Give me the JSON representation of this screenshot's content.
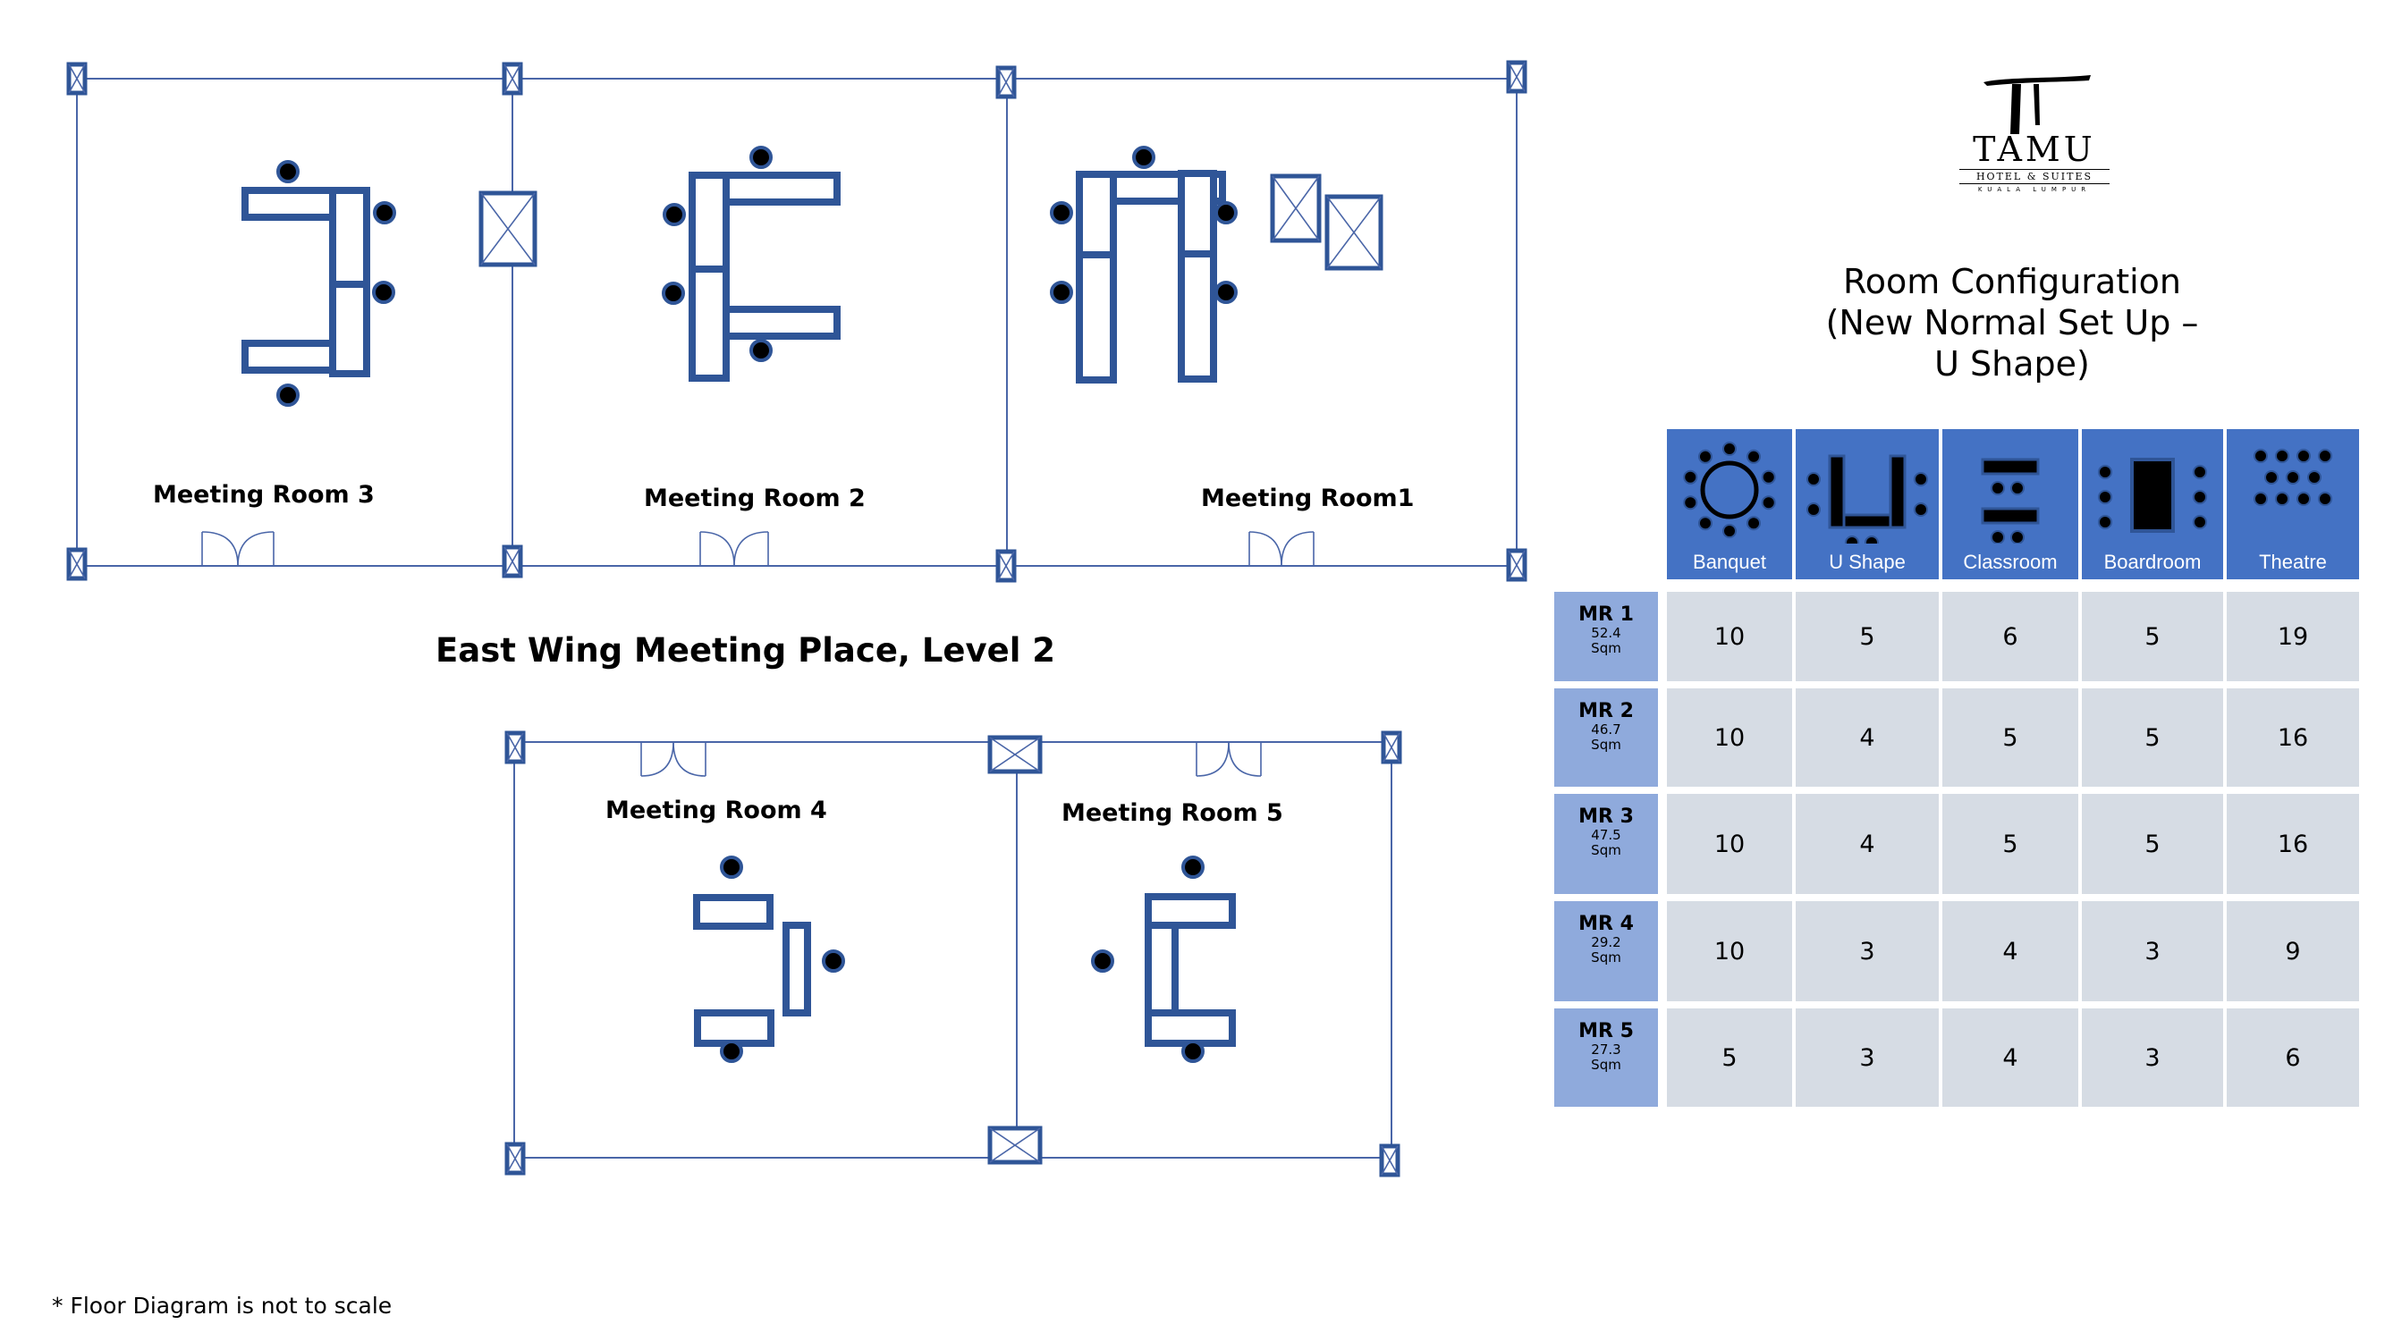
{
  "floorplan": {
    "title": "East Wing Meeting Place, Level 2",
    "rooms": [
      {
        "id": "mr3",
        "label": "Meeting Room 3",
        "chairs": 4
      },
      {
        "id": "mr2",
        "label": "Meeting Room 2",
        "chairs": 4
      },
      {
        "id": "mr1",
        "label": "Meeting Room1",
        "chairs": 5
      },
      {
        "id": "mr4",
        "label": "Meeting Room 4",
        "chairs": 3
      },
      {
        "id": "mr5",
        "label": "Meeting Room 5",
        "chairs": 3
      }
    ],
    "note": "* Floor Diagram is not to scale"
  },
  "logo": {
    "brand": "TAMU",
    "subtitle": "HOTEL & SUITES",
    "city": "KUALA LUMPUR"
  },
  "config": {
    "title_lines": [
      "Room Configuration",
      "(New Normal Set Up –",
      "U Shape)"
    ],
    "columns": [
      {
        "label": "Banquet",
        "icon": "banquet-layout-icon"
      },
      {
        "label": "U Shape",
        "icon": "u-shape-layout-icon"
      },
      {
        "label": "Classroom",
        "icon": "classroom-layout-icon"
      },
      {
        "label": "Boardroom",
        "icon": "boardroom-layout-icon"
      },
      {
        "label": "Theatre",
        "icon": "theatre-layout-icon"
      }
    ],
    "rows": [
      {
        "room": "MR 1",
        "area": "52.4",
        "unit": "Sqm",
        "values": [
          "10",
          "5",
          "6",
          "5",
          "19"
        ]
      },
      {
        "room": "MR 2",
        "area": "46.7",
        "unit": "Sqm",
        "values": [
          "10",
          "4",
          "5",
          "5",
          "16"
        ]
      },
      {
        "room": "MR 3",
        "area": "47.5",
        "unit": "Sqm",
        "values": [
          "10",
          "4",
          "5",
          "5",
          "16"
        ]
      },
      {
        "room": "MR 4",
        "area": "29.2",
        "unit": "Sqm",
        "values": [
          "10",
          "3",
          "4",
          "3",
          "9"
        ]
      },
      {
        "room": "MR 5",
        "area": "27.3",
        "unit": "Sqm",
        "values": [
          "5",
          "3",
          "4",
          "3",
          "6"
        ]
      }
    ]
  },
  "colors": {
    "header_blue": "#4472c4",
    "rowhead_blue": "#8faadc",
    "cell_gray": "#d6dce4",
    "plan_blue": "#2f5597"
  }
}
